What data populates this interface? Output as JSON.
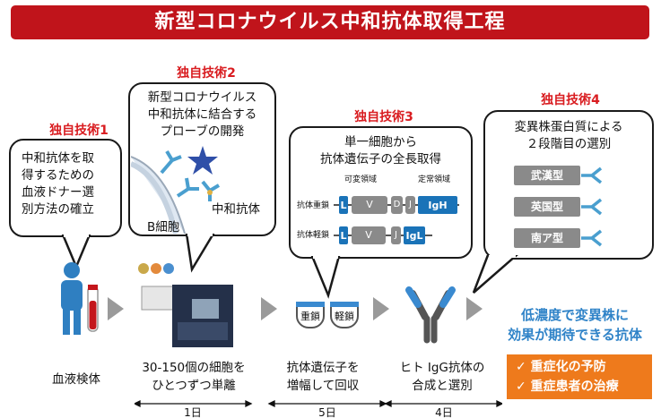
{
  "title": "新型コロナウイルス中和抗体取得工程",
  "tech1": {
    "label": "独自技術1",
    "text": [
      "中和抗体を取",
      "得するための",
      "血液ドナー選",
      "別方法の確立"
    ]
  },
  "tech2": {
    "label": "独自技術2",
    "text": [
      "新型コロナウイルス",
      "中和抗体に結合する",
      "プローブの開発"
    ],
    "bcell": "B細胞",
    "antibody": "中和抗体"
  },
  "tech3": {
    "label": "独自技術3",
    "text": [
      "単一細胞から",
      "抗体遺伝子の全長取得"
    ],
    "region_var": "可変領域",
    "region_const": "定常領域",
    "heavy": {
      "label": "抗体重鎖",
      "l": "L",
      "v": "V",
      "d": "D",
      "j": "J",
      "c": "IgH"
    },
    "light": {
      "label": "抗体軽鎖",
      "l": "L",
      "v": "V",
      "j": "J",
      "c": "IgL"
    }
  },
  "tech4": {
    "label": "独自技術4",
    "text": [
      "変異株蛋白質による",
      "２段階目の選別"
    ],
    "variants": [
      "武漢型",
      "英国型",
      "南ア型"
    ]
  },
  "steps": [
    {
      "text": [
        "血液検体"
      ],
      "day": ""
    },
    {
      "text": [
        "30-150個の細胞を",
        "ひとつずつ単離"
      ],
      "day": "1日"
    },
    {
      "text": [
        "抗体遺伝子を",
        "増幅して回収"
      ],
      "day": "5日"
    },
    {
      "text": [
        "ヒト IgG抗体の",
        "合成と選別"
      ],
      "day": "4日"
    }
  ],
  "tubes": [
    "重鎖",
    "軽鎖"
  ],
  "result": {
    "text": [
      "低濃度で変異株に",
      "効果が期待できる抗体"
    ],
    "effects": [
      "✓ 重症化の予防",
      "✓ 重症患者の治療"
    ]
  },
  "colors": {
    "title_bg": "#c0141b",
    "accent_red": "#d91c20",
    "blue": "#1a73b8",
    "orange": "#ee7a1c"
  }
}
